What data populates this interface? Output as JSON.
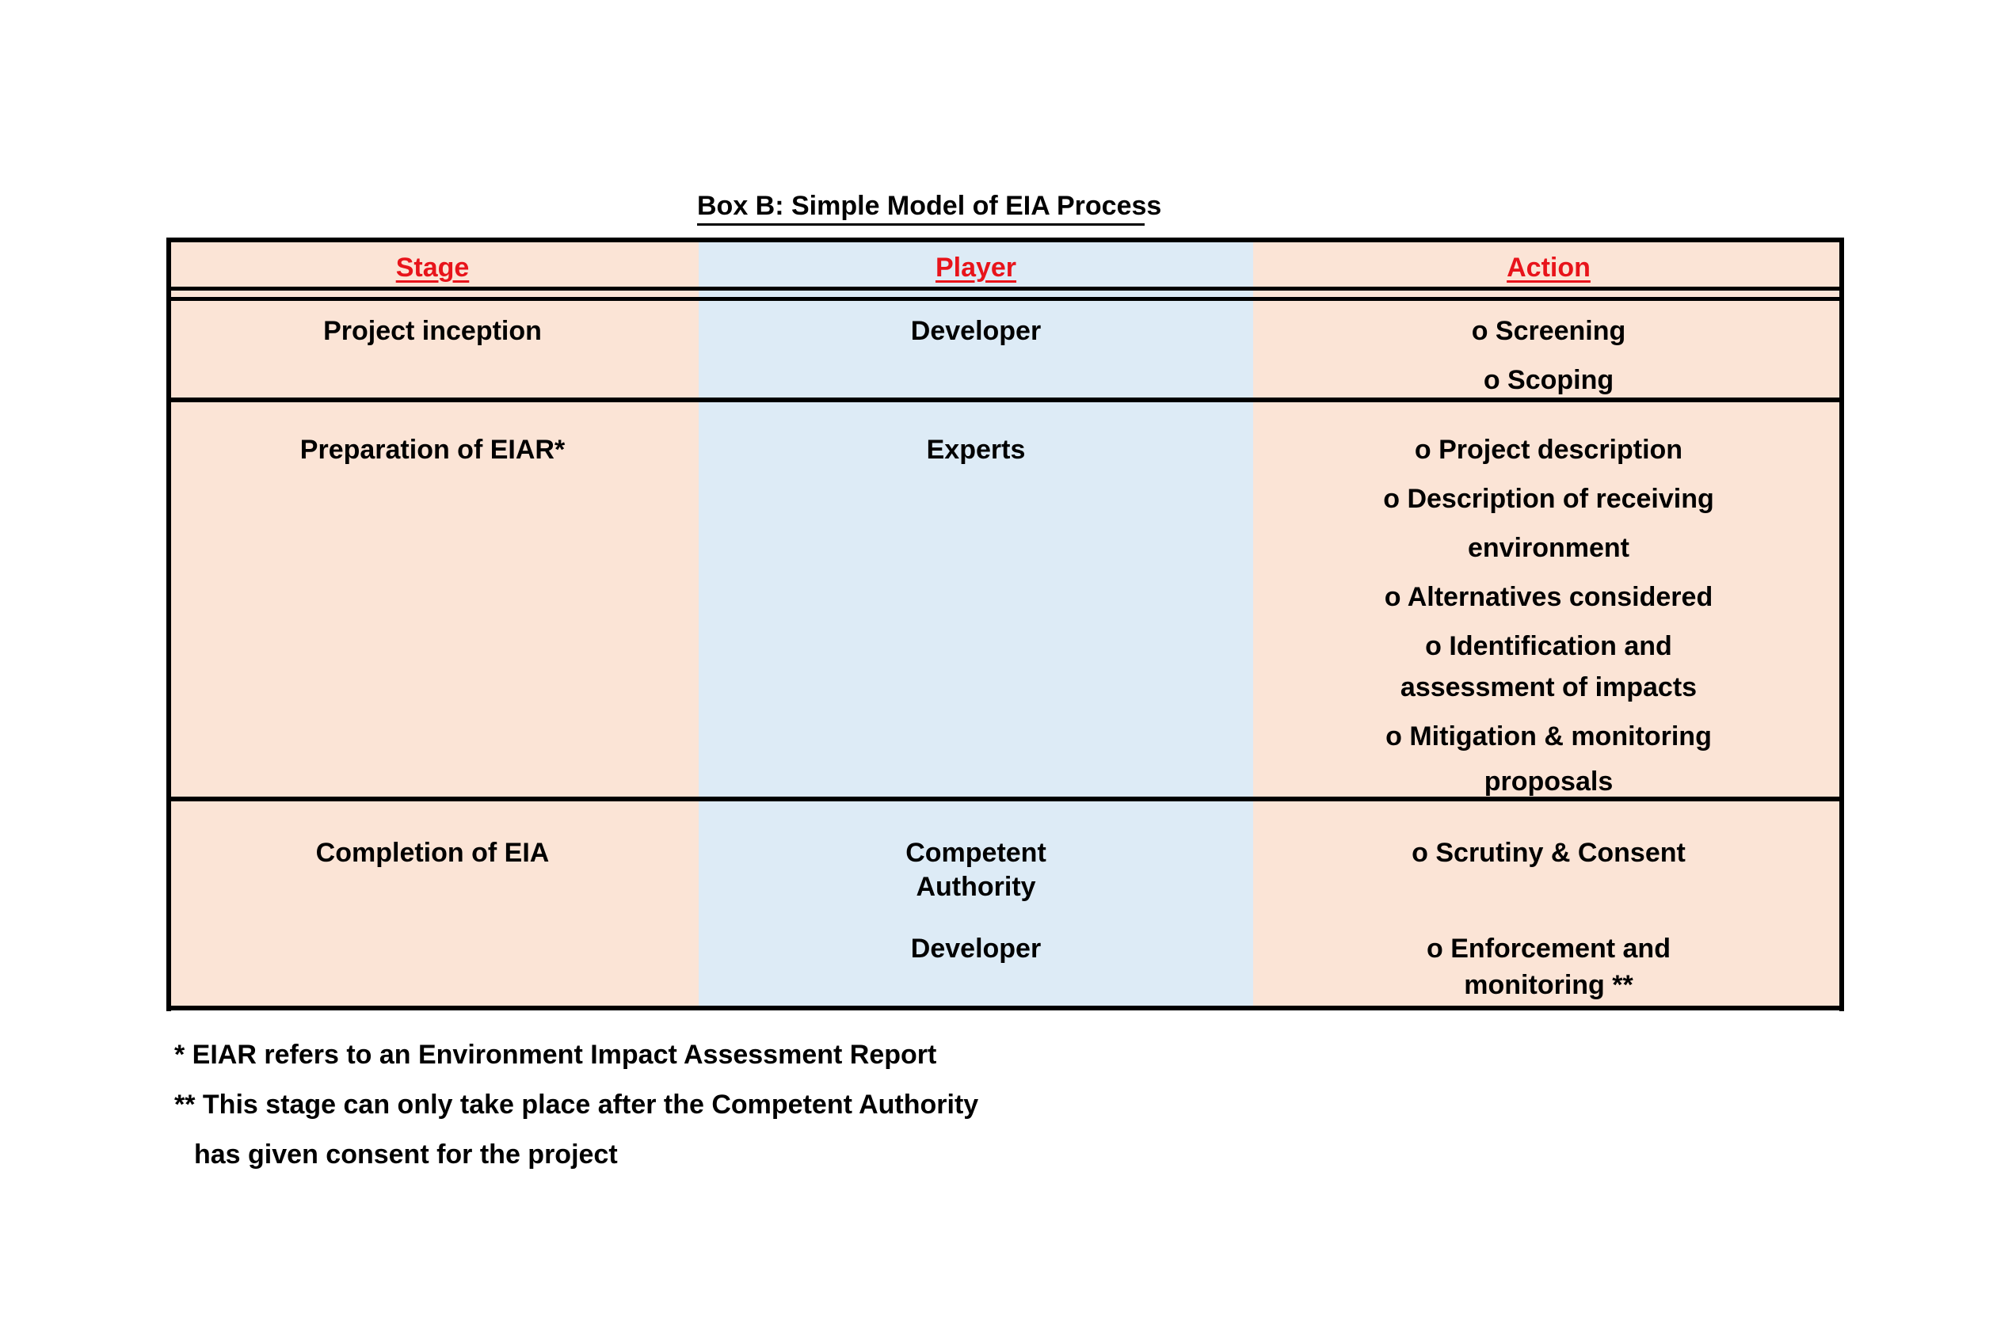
{
  "title": "Box B: Simple Model of EIA Process",
  "header": {
    "stage": "Stage",
    "player": "Player",
    "action": "Action"
  },
  "rows": [
    {
      "stage": "Project inception",
      "players": [
        "Developer"
      ],
      "actions": [
        "o Screening",
        "o Scoping"
      ]
    },
    {
      "stage": "Preparation of EIAR*",
      "players": [
        "Experts"
      ],
      "actions": [
        "o Project description",
        "o Description of receiving",
        "environment",
        "o Alternatives considered",
        "o Identification and",
        "assessment of impacts",
        "o Mitigation & monitoring",
        "proposals"
      ]
    },
    {
      "stage": "Completion of EIA",
      "players": [
        "Competent",
        "Authority",
        "Developer"
      ],
      "actions": [
        "o Scrutiny & Consent",
        "o Enforcement and",
        "monitoring **"
      ]
    }
  ],
  "footnotes": [
    "* EIAR refers to an Environment Impact Assessment Report",
    "** This stage can only take place after the Competent Authority",
    "has given consent for the project"
  ],
  "colors": {
    "stage_action_bg": "#fbe4d6",
    "player_bg": "#ddebf6",
    "header_text": "#e8141b"
  }
}
